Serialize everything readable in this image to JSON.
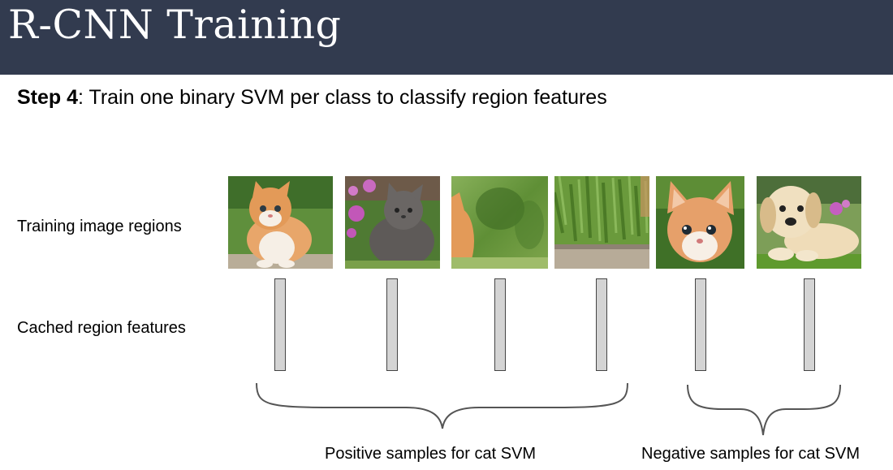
{
  "header": {
    "title": "R-CNN Training"
  },
  "step": {
    "label": "Step 4",
    "text": ": Train one binary SVM per class to classify region features"
  },
  "rows": {
    "images_label": "Training image regions",
    "features_label": "Cached region features"
  },
  "regions": [
    {
      "name": "orange-kitten-region",
      "subject": "orange kitten sitting on grass"
    },
    {
      "name": "gray-kitten-region",
      "subject": "gray kitten with pink flowers"
    },
    {
      "name": "kitten-edge-region",
      "subject": "blurred grass with partial kitten"
    },
    {
      "name": "grass-background-region",
      "subject": "grass and wood background"
    },
    {
      "name": "kitten-face-region",
      "subject": "orange kitten face close-up"
    },
    {
      "name": "puppy-region",
      "subject": "golden retriever puppy"
    }
  ],
  "groups": {
    "positive_label": "Positive samples for cat SVM",
    "negative_label": "Negative samples for cat SVM"
  },
  "colors": {
    "header_bg": "#323b4f",
    "feature_fill": "#d4d4d4",
    "brace_stroke": "#555555"
  }
}
